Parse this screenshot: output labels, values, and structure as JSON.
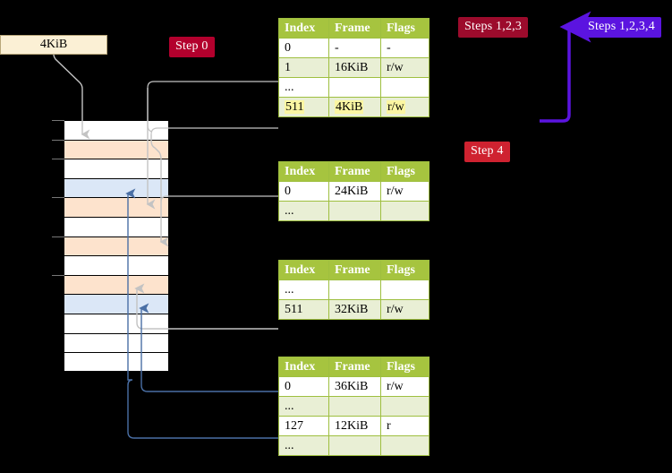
{
  "diagram": {
    "title_badges": [
      {
        "id": "step0",
        "label": "Step 0",
        "color": "#b3002d"
      },
      {
        "id": "step4",
        "label": "Step 4",
        "color": "#cf2230"
      },
      {
        "id": "s123",
        "label": "Steps 1,2,3",
        "color": "#9c0b2c"
      },
      {
        "id": "s1234",
        "label": "Steps 1,2,3,4",
        "color": "#5b14e0"
      }
    ],
    "size_box": {
      "label": "4KiB",
      "fill": "#fbf0d5",
      "stroke": "#b9a77a"
    },
    "memory_column": {
      "rows": 13,
      "row_fills": [
        "white",
        "orange",
        "white",
        "blue",
        "orange",
        "white",
        "orange",
        "white",
        "orange",
        "blue",
        "white",
        "white",
        "white"
      ],
      "colors": {
        "white": "#ffffff",
        "orange": "#fde3cd",
        "blue": "#dbe7f7"
      }
    },
    "wire_colors": {
      "gray": "#b9b9b9",
      "blue": "#5b7fb0",
      "purple": "#5b14e0"
    },
    "tables": [
      {
        "id": "table-1",
        "headers": [
          "Index",
          "Frame",
          "Flags"
        ],
        "rows": [
          {
            "cells": [
              "0",
              "-",
              "-"
            ],
            "alt": false,
            "highlight": false
          },
          {
            "cells": [
              "1",
              "16KiB",
              "r/w"
            ],
            "alt": true,
            "highlight": false
          },
          {
            "cells": [
              "...",
              "",
              ""
            ],
            "alt": false,
            "highlight": false
          },
          {
            "cells": [
              "511",
              "4KiB",
              "r/w"
            ],
            "alt": true,
            "highlight": true
          }
        ]
      },
      {
        "id": "table-2",
        "headers": [
          "Index",
          "Frame",
          "Flags"
        ],
        "rows": [
          {
            "cells": [
              "0",
              "24KiB",
              "r/w"
            ],
            "alt": false,
            "highlight": false
          },
          {
            "cells": [
              "...",
              "",
              ""
            ],
            "alt": true,
            "highlight": false
          }
        ]
      },
      {
        "id": "table-3",
        "headers": [
          "Index",
          "Frame",
          "Flags"
        ],
        "rows": [
          {
            "cells": [
              "...",
              "",
              ""
            ],
            "alt": false,
            "highlight": false
          },
          {
            "cells": [
              "511",
              "32KiB",
              "r/w"
            ],
            "alt": true,
            "highlight": false
          }
        ]
      },
      {
        "id": "table-4",
        "headers": [
          "Index",
          "Frame",
          "Flags"
        ],
        "rows": [
          {
            "cells": [
              "0",
              "36KiB",
              "r/w"
            ],
            "alt": false,
            "highlight": false
          },
          {
            "cells": [
              "...",
              "",
              ""
            ],
            "alt": true,
            "highlight": false
          },
          {
            "cells": [
              "127",
              "12KiB",
              "r"
            ],
            "alt": false,
            "highlight": false
          },
          {
            "cells": [
              "...",
              "",
              ""
            ],
            "alt": true,
            "highlight": false
          }
        ]
      }
    ]
  }
}
